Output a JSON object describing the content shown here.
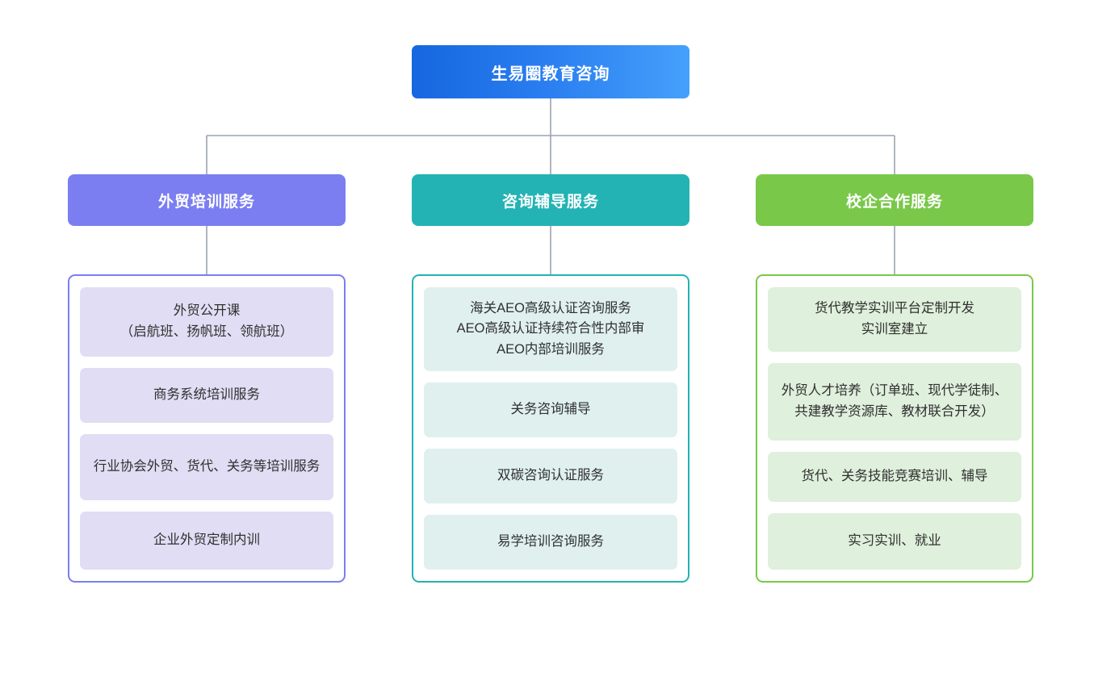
{
  "diagram": {
    "type": "org-chart",
    "root": {
      "label": "生易圈教育咨询",
      "color_start": "#1667df",
      "color_end": "#45a0fb"
    },
    "connector_color": "#9aa4b0",
    "branches": [
      {
        "label": "外贸培训服务",
        "accent": "#7b7ef0",
        "item_fill": "#e1ddf4",
        "items": [
          {
            "label": "外贸公开课\n（启航班、扬帆班、领航班）"
          },
          {
            "label": "商务系统培训服务"
          },
          {
            "label": "行业协会外贸、货代、关务等培训服务"
          },
          {
            "label": "企业外贸定制内训"
          }
        ]
      },
      {
        "label": "咨询辅导服务",
        "accent": "#23b3b4",
        "item_fill": "#dff0ef",
        "items": [
          {
            "label": "海关AEO高级认证咨询服务\nAEO高级认证持续符合性内部审\nAEO内部培训服务"
          },
          {
            "label": "关务咨询辅导"
          },
          {
            "label": "双碳咨询认证服务"
          },
          {
            "label": "易学培训咨询服务"
          }
        ]
      },
      {
        "label": "校企合作服务",
        "accent": "#79c84a",
        "item_fill": "#dff0dc",
        "items": [
          {
            "label": "货代教学实训平台定制开发\n实训室建立"
          },
          {
            "label": "外贸人才培养（订单班、现代学徒制、共建教学资源库、教材联合开发）"
          },
          {
            "label": "货代、关务技能竞赛培训、辅导"
          },
          {
            "label": "实习实训、就业"
          }
        ]
      }
    ]
  }
}
